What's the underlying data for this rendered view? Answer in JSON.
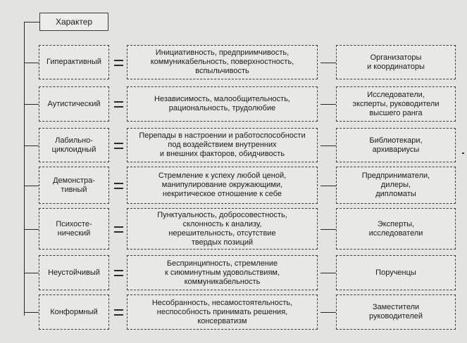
{
  "root": {
    "label": "Характер"
  },
  "rows": [
    {
      "type": "Гиперактивный",
      "traits": "Инициативность, предприимчивость,\nкоммуникабельность, поверхностность,\nвспыльчивость",
      "professions": "Организаторы\nи координаторы"
    },
    {
      "type": "Аутистический",
      "traits": "Независимость, малообщительность,\nрациональность, трудолюбие",
      "professions": "Исследователи,\nэксперты, руководители\nвысшего ранга"
    },
    {
      "type": "Лабильно-\nциклоидный",
      "traits": "Перепады в настроении и работоспособности\nпод воздействием внутренних\nи внешних факторов, обидчивость",
      "professions": "Библиотекари,\nархивариусы"
    },
    {
      "type": "Демонстра-\nтивный",
      "traits": "Стремление к успеху любой ценой,\nманипулирование окружающими,\nнекритическое отношение к себе",
      "professions": "Предприниматели,\nдилеры,\nдипломаты"
    },
    {
      "type": "Психосте-\nнический",
      "traits": "Пунктуальность, добросовестность,\nсклонность к анализу,\nнерешительность, отсутствие\nтвердых позиций",
      "professions": "Эксперты,\nисследователи"
    },
    {
      "type": "Неустойчивый",
      "traits": "Беспринципность, стремление\nк сиюминутным удовольствиям,\nкоммуникабельность",
      "professions": "Порученцы"
    },
    {
      "type": "Конформный",
      "traits": "Несобранность, несамостоятельность,\nнеспособность принимать решения,\nконсерватизм",
      "professions": "Заместители\nруководителей"
    }
  ]
}
